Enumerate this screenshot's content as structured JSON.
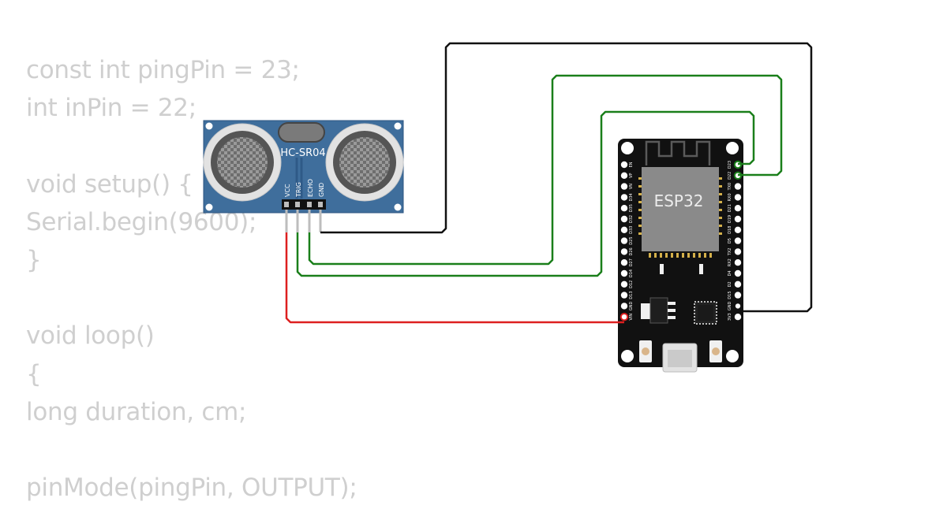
{
  "code": {
    "lines": [
      "const int pingPin = 23;",
      "int inPin = 22;",
      "",
      "void setup() {",
      "Serial.begin(9600);",
      "}",
      "",
      "void loop()",
      "{",
      "long duration, cm;",
      "",
      "pinMode(pingPin, OUTPUT);"
    ]
  },
  "sensor": {
    "name": "HC-SR04",
    "pins": [
      "VCC",
      "TRIG",
      "ECHO",
      "GND"
    ]
  },
  "board": {
    "name": "ESP32",
    "left_pins": [
      "EN",
      "VP",
      "VN",
      "D34",
      "D35",
      "D32",
      "D33",
      "D25",
      "D26",
      "D27",
      "D14",
      "D12",
      "D13",
      "GND",
      "VIN"
    ],
    "right_pins": [
      "D23",
      "D22",
      "TX0",
      "RX0",
      "D21",
      "D19",
      "D18",
      "D5",
      "TX2",
      "RX2",
      "D4",
      "D2",
      "D15",
      "GND",
      "3V3"
    ]
  },
  "colors": {
    "wire_black": "#111111",
    "wire_green": "#1a7f1a",
    "wire_red": "#dd1f1f",
    "sensor_pcb": "#3f6e9c",
    "board_pcb": "#111111",
    "chip": "#8a8a8a",
    "code_text": "#cfcfcf"
  }
}
